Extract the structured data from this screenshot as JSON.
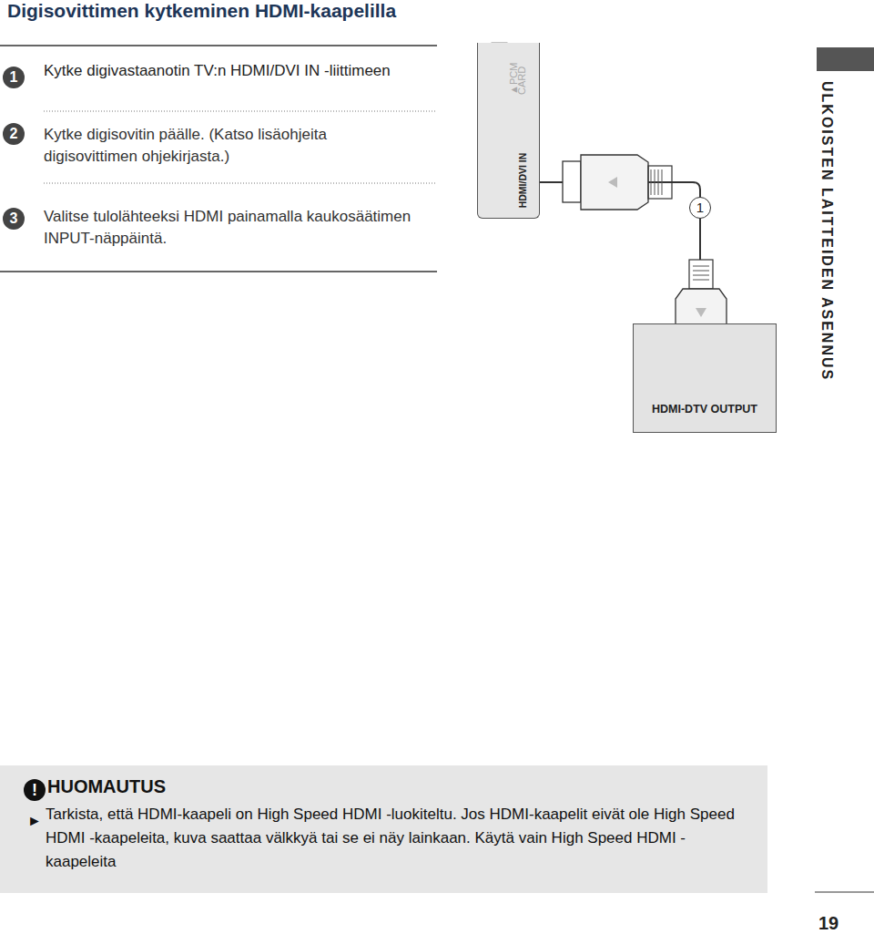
{
  "diagram": {
    "title": "Digisovittimen kytkeminen HDMI-kaapelilla",
    "nodes": [
      {
        "text": [
          "▲PCM CARD",
          "HDMI/DVI IN"
        ]
      },
      {
        "text": [
          "HDMI-DTV OUTPUT"
        ]
      },
      {
        "text": [
          "!",
          "HUOMAUTUS",
          "►",
          "Tarkista, että HDMI-kaapeli on High Speed HDMI -luokiteltu. Jos HDMI-kaapelit eivät ole High Speed HDMI -kaapeleita, kuva saattaa välkkyä tai se ei näy lainkaan. Käytä vain High Speed HDMI -kaapeleita"
        ]
      }
    ],
    "edges": [
      {
        "from": 0,
        "to": 1,
        "arrow": "none",
        "label": "1"
      }
    ],
    "labels": [
      "1",
      "Kytke digivastaanotin TV:n HDMI/DVI IN -liittimeen",
      "2",
      "Kytke digisovitin päälle. (Katso lisäohjeita digisovittimen ohjekirjasta.)",
      "3",
      "Valitse tulolähteeksi HDMI painamalla kaukosäätimen INPUT-näppäintä.",
      "ULKOISTEN LAITTEIDEN ASENNUS",
      "19"
    ]
  }
}
